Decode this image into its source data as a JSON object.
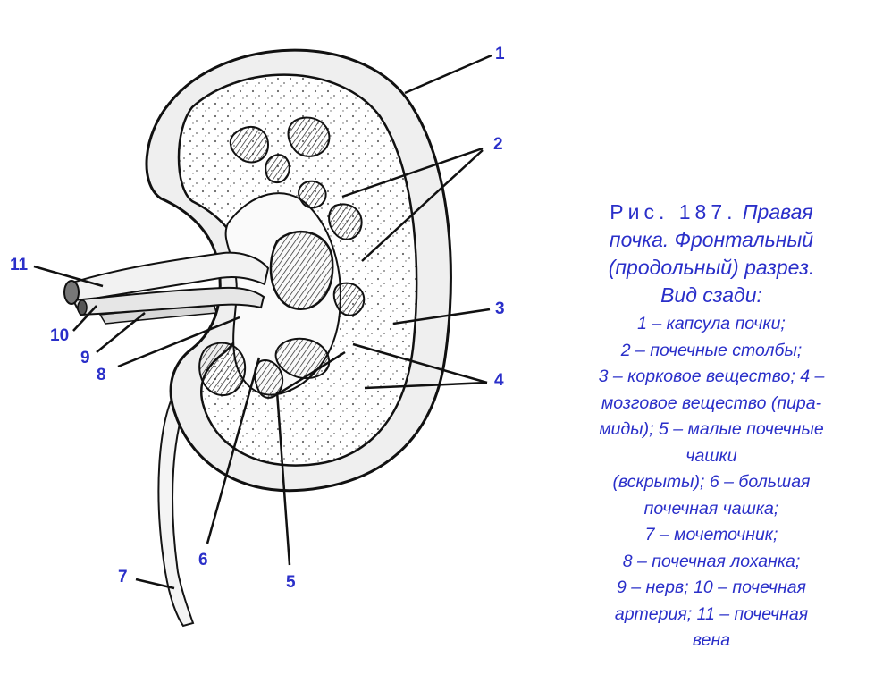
{
  "figure": {
    "number": "Рис. 187.",
    "title_lines": [
      "Правая",
      "почка. Фронтальный",
      "(продольный) разрез.",
      "Вид сзади:"
    ]
  },
  "legend_lines": [
    "1 – капсула почки;",
    "2 – почечные столбы;",
    "3 – корковое вещество; 4 –",
    "мозговое вещество (пира-",
    "миды); 5 – малые почечные",
    "чашки",
    "(вскрыты); 6 – большая",
    "почечная чашка;",
    "7 – мочеточник;",
    "8 – почечная лоханка;",
    "9 – нерв; 10 – почечная",
    "артерия; 11 – почечная",
    "вена"
  ],
  "labels": [
    {
      "id": "1",
      "text": "1"
    },
    {
      "id": "2",
      "text": "2"
    },
    {
      "id": "3",
      "text": "3"
    },
    {
      "id": "4",
      "text": "4"
    },
    {
      "id": "5",
      "text": "5"
    },
    {
      "id": "6",
      "text": "6"
    },
    {
      "id": "7",
      "text": "7"
    },
    {
      "id": "8",
      "text": "8"
    },
    {
      "id": "9",
      "text": "9"
    },
    {
      "id": "10",
      "text": "10"
    },
    {
      "id": "11",
      "text": "11"
    }
  ],
  "colors": {
    "label_blue": "#2a2fc9",
    "ink": "#151515"
  }
}
